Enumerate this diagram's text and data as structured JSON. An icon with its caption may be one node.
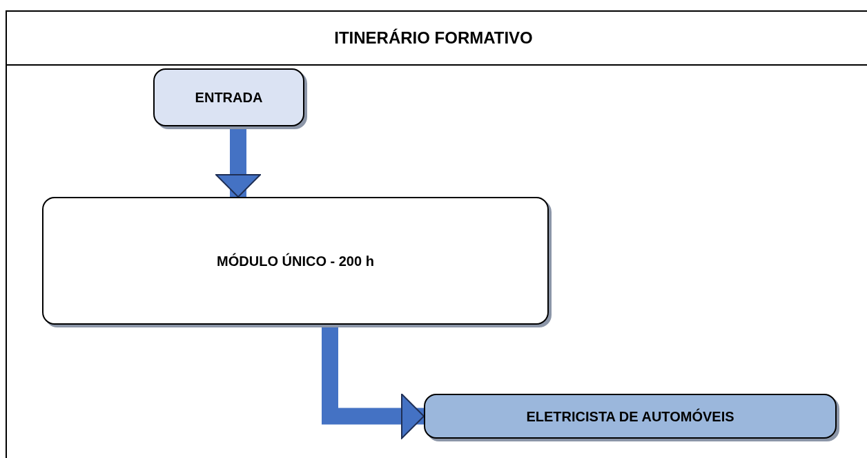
{
  "diagram": {
    "title": "ITINERÁRIO FORMATIVO",
    "nodes": [
      {
        "text": [
          "ENTRADA"
        ]
      },
      {
        "text": [
          "MÓDULO ÚNICO - 200 h"
        ]
      },
      {
        "text": [
          "ELETRICISTA DE AUTOMÓVEIS"
        ]
      }
    ],
    "edges": [
      {
        "from": 0,
        "to": 1,
        "arrow": "to"
      },
      {
        "from": 1,
        "to": 2,
        "arrow": "to"
      }
    ]
  }
}
